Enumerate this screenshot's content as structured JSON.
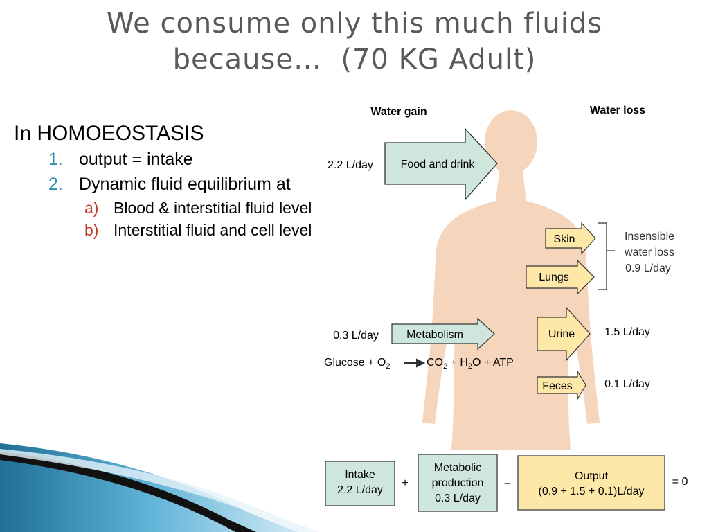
{
  "title": {
    "line1": "We consume only this much fluids",
    "line2": "because…  (70 KG Adult)"
  },
  "bullets": {
    "heading": "In HOMOEOSTASIS",
    "items": [
      {
        "num": "1.",
        "text": "output =  intake"
      },
      {
        "num": "2.",
        "text": "Dynamic fluid equilibrium at"
      }
    ],
    "subitems": [
      {
        "num": "a)",
        "text": "Blood & interstitial fluid level"
      },
      {
        "num": "b)",
        "text": "Interstitial fluid and cell level"
      }
    ]
  },
  "diagram": {
    "water_gain": "Water gain",
    "water_loss": "Water loss",
    "food_rate": "2.2 L/day",
    "food_label": "Food and drink",
    "skin": "Skin",
    "lungs": "Lungs",
    "insensible_1": "Insensible",
    "insensible_2": "water loss",
    "insensible_3": "0.9 L/day",
    "metab_rate": "0.3 L/day",
    "metab_label": "Metabolism",
    "urine": "Urine",
    "urine_rate": "1.5 L/day",
    "feces": "Feces",
    "feces_rate": "0.1 L/day",
    "eq_glucose": "Glucose + O",
    "eq_sub2": "2",
    "eq_co": "CO",
    "eq_plus_h": " + H",
    "eq_o_atp": "O + ATP"
  },
  "balance": {
    "intake_1": "Intake",
    "intake_2": "2.2 L/day",
    "plus": "+",
    "metab_1": "Metabolic",
    "metab_2": "production",
    "metab_3": "0.3 L/day",
    "minus": "–",
    "output_1": "Output",
    "output_2": "(0.9 + 1.5 + 0.1)L/day",
    "equals": "= 0"
  }
}
